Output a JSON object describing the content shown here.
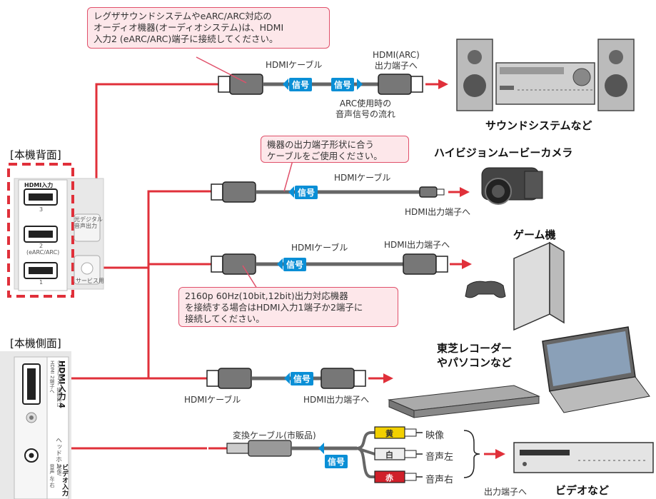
{
  "callouts": {
    "soundbar_note": "レグザサウンドシステムやeARC/ARC対応の\nオーディオ機器(オーディオシステム)は、HDMI\n入力2 (eARC/ARC)端子に接続してください。",
    "cable_shape_note": "機器の出力端子形状に合う\nケーブルをご使用ください。",
    "uhd_note": "2160p 60Hz(10bit,12bit)出力対応機器\nを接続する場合はHDMI入力1端子か2端子に\n接続してください。"
  },
  "sections": {
    "back": "[本機背面]",
    "side": "[本機側面]"
  },
  "panel": {
    "hdmi_input": "HDMI入力",
    "port3": "3",
    "port2": "2",
    "port2_sub": "(eARC/ARC)",
    "port1": "1",
    "optical": "光デジタル\n音声出力",
    "service": "サービス用",
    "side_hdmi4": "HDMI入力 4",
    "side_hdmi4_note": "eARC/ARC 接続時は\nHDMI 2端子へ",
    "side_headphone": "ヘッドホン",
    "side_video": "ビデオ入力",
    "side_video_note": "映像/\n音声 左-右"
  },
  "labels": {
    "hdmi_cable": "HDMIケーブル",
    "signal": "信号",
    "arc_out": "HDMI(ARC)\n出力端子へ",
    "arc_flow": "ARC使用時の\n音声信号の流れ",
    "hdmi_out": "HDMI出力端子へ",
    "conv_cable": "変換ケーブル(市販品)",
    "video": "映像",
    "audio_l": "音声左",
    "audio_r": "音声右",
    "out_terminal": "出力端子へ",
    "yellow": "黄",
    "white": "白",
    "red": "赤"
  },
  "devices": {
    "sound": "サウンドシステムなど",
    "camera": "ハイビジョンムービーカメラ",
    "game": "ゲーム機",
    "recorder": "東芝レコーダー\nやパソコンなど",
    "video": "ビデオなど"
  },
  "colors": {
    "line": "#e0303a",
    "signal": "#0a8fd6",
    "dash": "#e0303a",
    "callout_bg": "#fde7ea"
  }
}
